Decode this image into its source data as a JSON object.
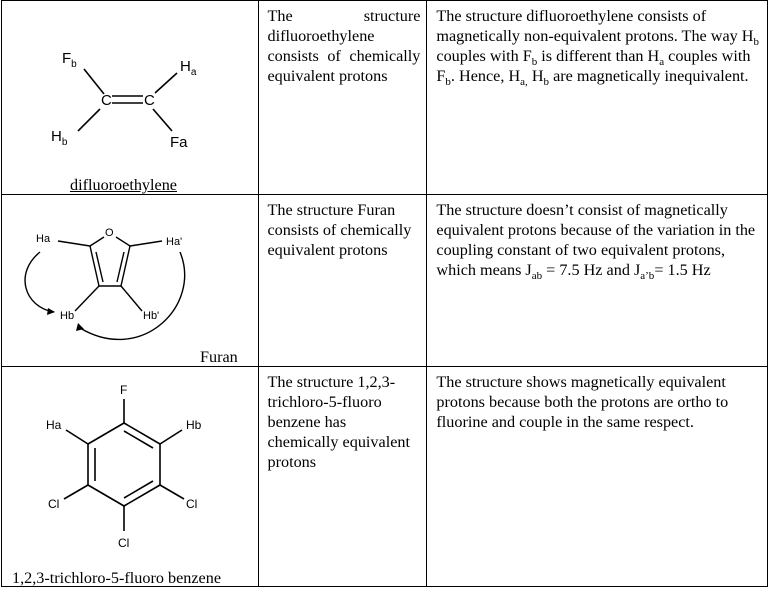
{
  "rows": [
    {
      "structure_caption": "difluoroethylene",
      "atoms": {
        "fb": "F",
        "fb_sub": "b",
        "ha": "H",
        "ha_sub": "a",
        "hb": "H",
        "hb_sub": "b",
        "fa": "Fa",
        "c1": "C",
        "c2": "C"
      },
      "chemical": "The structure difluoroethylene consists of chemically equivalent protons",
      "magnetic": {
        "p1": "The structure difluoroethylene consists of magnetically non-equivalent protons. The way H",
        "s1": "b",
        "p2": " couples with F",
        "s2": "b",
        "p3": " is different than H",
        "s3": "a",
        "p4": " couples with F",
        "s4": "b",
        "p5": ". Hence, H",
        "s5": "a,",
        "p6": " H",
        "s6": "b",
        "p7": " are magnetically inequivalent."
      }
    },
    {
      "structure_caption": "Furan",
      "atoms": {
        "o": "O",
        "ha": "Ha",
        "ha2": "Ha'",
        "hb": "Hb",
        "hb2": "Hb'"
      },
      "chemical": "The structure Furan consists of chemically equivalent protons",
      "magnetic": {
        "p1": "The structure doesn’t consist of magnetically equivalent protons because of the variation in the coupling constant of two equivalent protons, which means J",
        "s1": "ab",
        "p2": " = 7.5 Hz and J",
        "s2": "a’b",
        "p3": "= 1.5 Hz"
      }
    },
    {
      "structure_caption": "1,2,3-trichloro-5-fluoro benzene",
      "atoms": {
        "f": "F",
        "ha": "Ha",
        "hb": "Hb",
        "cl1": "Cl",
        "cl2": "Cl",
        "cl3": "Cl"
      },
      "chemical": "The structure 1,2,3-trichloro-5-fluoro benzene has chemically equivalent protons",
      "magnetic": "The structure shows magnetically equivalent protons because both the protons are ortho to fluorine and couple in the same respect."
    }
  ]
}
